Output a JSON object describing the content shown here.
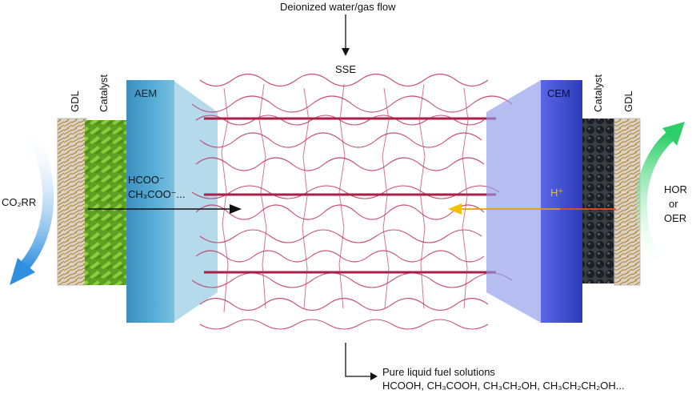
{
  "top_flow": "Deionized water/gas flow",
  "center_label": "SSE",
  "left": {
    "gdl": "GDL",
    "catalyst": "Catalyst",
    "membrane": "AEM",
    "reaction": "CO₂RR",
    "ions_line1": "HCOO⁻",
    "ions_line2": "CH₃COO⁻..."
  },
  "right": {
    "gdl": "GDL",
    "catalyst": "Catalyst",
    "membrane": "CEM",
    "reaction_line1": "HOR",
    "reaction_line2": "or",
    "reaction_line3": "OER",
    "ion": "H⁺"
  },
  "output": {
    "line1": "Pure liquid fuel solutions",
    "line2": "HCOOH, CH₃COOH, CH₃CH₂OH, CH₃CH₂CH₂OH..."
  },
  "colors": {
    "aem": "#4fa6d0",
    "cem": "#3a4bd0",
    "polymer": "#c0305a",
    "catalyst_left": "#6cb32a",
    "catalyst_right": "#202428",
    "arrow_left": "#2f8fe0",
    "arrow_right": "#2ecf6a",
    "h_arrow": "#f2c200"
  }
}
